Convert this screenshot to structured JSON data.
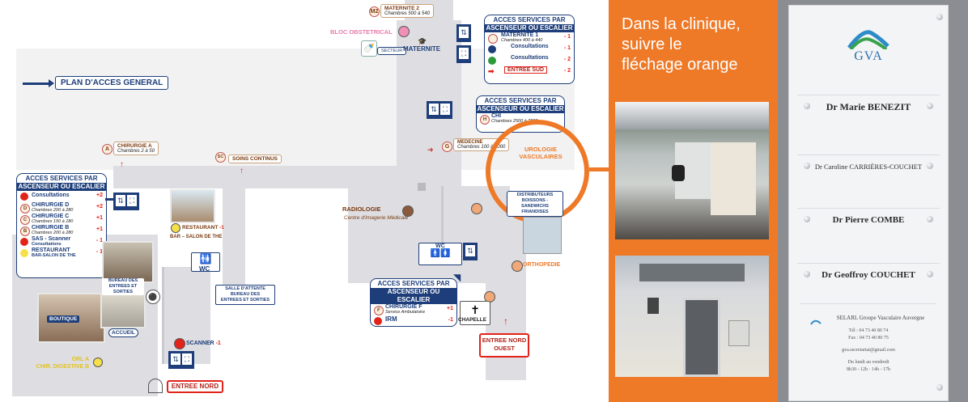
{
  "map": {
    "title": "PLAN D'ACCES GENERAL",
    "maternite2": {
      "letter": "M2",
      "name": "MATERNITE 2",
      "sub": "Chambres 500 à 540"
    },
    "bloc_obstetrical": "BLOC OBSTETRICAL",
    "secteur": "SECTEUR",
    "maternite": "MATERNITE",
    "chirurgie_a": {
      "letter": "A",
      "name": "CHIRURGIE A",
      "sub": "Chambres 2 à 50"
    },
    "soins_continus": {
      "letter": "SC",
      "name": "SOINS CONTINUS"
    },
    "medecine": {
      "letter": "G",
      "name": "MEDECINE",
      "sub": "Chambres 100 à 2000"
    },
    "urologie": "UROLOGIE\nVASCULAIRES",
    "radiologie": {
      "name": "RADIOLOGIE",
      "sub": "Centre d'Imagerie Médicale"
    },
    "distributeurs": "DISTRIBUTEURS\nBOISSONS - SANDWICHS\nFRIANDISES",
    "restaurant_label": {
      "name": "RESTAURANT",
      "level": "-1",
      "sub": "BAR – SALON DE THE"
    },
    "wc": "WC",
    "bureau_entrees": "BUREAU DES\nENTREES ET SORTIES",
    "salle_attente": "SALLE D'ATTENTE\nBUREAU DES\nENTREES ET SORTIES",
    "boutique": "BOUTIQUE",
    "accueil": "ACCUEIL",
    "orthopedie": "ORTHOPEDIE",
    "chapelle": "CHAPELLE",
    "scanner": {
      "name": "SCANNER",
      "level": "-1"
    },
    "orl": "ORL A\nCHIR. DIGESTIVE B",
    "entree_nord": "ENTREE NORD",
    "entree_nord_ouest": "ENTREE NORD\nOUEST",
    "box_header": "ACCES SERVICES PAR",
    "box_sub": "ASCENSEUR OU ESCALIER",
    "box_left_rows": [
      {
        "name": "Consultations",
        "sub": "",
        "level": "+2",
        "color": "#e2231a"
      },
      {
        "name": "CHIRURGIE D",
        "sub": "Chambres 200 à 280",
        "level": "+2",
        "color": "#f5d7b8"
      },
      {
        "name": "CHIRURGIE C",
        "sub": "Chambres 150 à 180",
        "level": "+1",
        "color": "#f5d7b8"
      },
      {
        "name": "CHIRURGIE B",
        "sub": "Chambres 200 à 280",
        "level": "+1",
        "color": "#f5d7b8"
      },
      {
        "name": "SAS - Scanner",
        "sub": "Consultations",
        "level": "- 1",
        "color": "#e2231a"
      },
      {
        "name": "RESTAURANT",
        "sub": "BAR-SALON DE THE",
        "level": "- 1",
        "color": "#f5e04a"
      }
    ],
    "box_top_rows": [
      {
        "name": "MATERNITE 1",
        "sub": "Chambres 400 à 440",
        "level": "- 1",
        "color": "#f5d7b8"
      },
      {
        "name": "Consultations",
        "sub": "",
        "level": "- 1",
        "color": "#1d3e7a"
      },
      {
        "name": "Consultations",
        "sub": "",
        "level": "- 2",
        "color": "#2e9a3c"
      },
      {
        "name": "ENTREE SUD",
        "sub": "",
        "level": "- 2",
        "color": "#e2231a"
      }
    ],
    "box_mid_rows": [
      {
        "name": "CHI",
        "sub": "Chambres 2500 à 2800",
        "level": "",
        "color": "#f5d7b8",
        "letter": "H"
      }
    ],
    "box_bottom_rows": [
      {
        "name": "CHIRURGIE F",
        "sub": "Service Ambulatoire",
        "level": "+1",
        "color": "#f5d7b8",
        "letter": "F"
      },
      {
        "name": "IRM",
        "sub": "",
        "level": "-1",
        "color": "#e2231a",
        "letter": ""
      }
    ]
  },
  "orange_panel": {
    "text_line1": "Dans la clinique,",
    "text_line2": "suivre le",
    "text_line3": "fléchage orange",
    "color": "#ee7a28"
  },
  "plaque": {
    "logo_text": "GVA",
    "names": [
      "Dr Marie BENEZIT",
      "Dr Caroline CARRIÈRES-COUCHET",
      "Dr Pierre COMBE",
      "Dr Geoffroy COUCHET"
    ],
    "footer_title": "SELARL Groupe Vasculaire Auvergne",
    "tel": "Tél : 04 73 40 80 74",
    "fax": "Fax : 04 73 40 80 75",
    "email": "gva.secretariat@gmail.com",
    "hours_title": "Du lundi au vendredi",
    "hours": "8h30 - 12h · 14h - 17h"
  }
}
